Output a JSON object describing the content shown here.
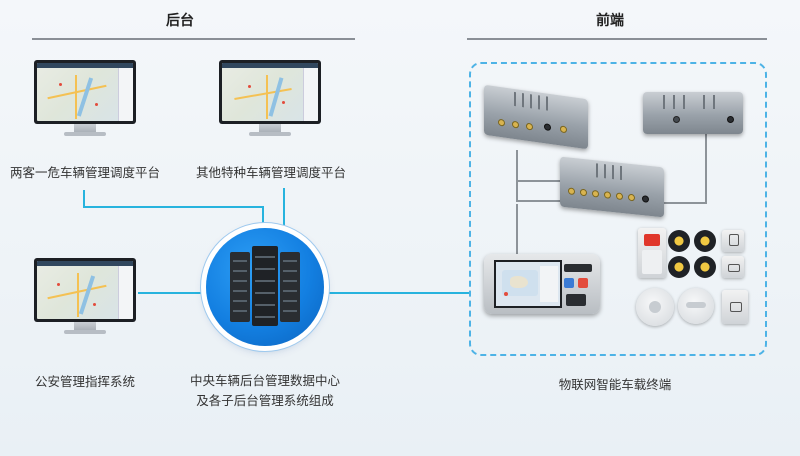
{
  "sections": {
    "backend_title": "后台",
    "frontend_title": "前端"
  },
  "nodes": {
    "hazmat_platform": "两客一危车辆管理调度平台",
    "special_platform": "其他特种车辆管理调度平台",
    "police_system": "公安管理指挥系统",
    "data_center_line1": "中央车辆后台管理数据中心",
    "data_center_line2": "及各子后台管理系统组成",
    "iot_terminal": "物联网智能车载终端"
  },
  "icons": [
    "monitor-icon",
    "server-rack-icon",
    "vehicle-terminal-icon",
    "dashcam-box-icon",
    "tablet-terminal-icon",
    "tire-sensor-icon",
    "smoke-detector-icon",
    "alarm-light-icon"
  ],
  "colors": {
    "connector": "#27b3de",
    "dashed_border": "#4db3e6",
    "circle": "#137fe1",
    "rule": "#8a8f96"
  }
}
